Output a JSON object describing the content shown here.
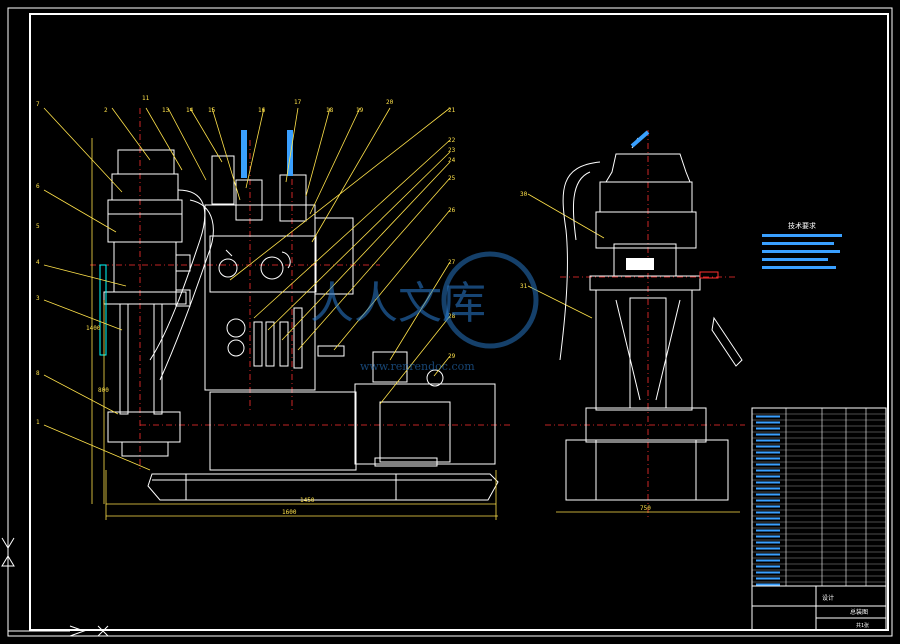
{
  "drawing": {
    "callouts_left": [
      "7",
      "6",
      "5",
      "4",
      "3",
      "8",
      "1",
      "2"
    ],
    "callouts_top": [
      "11",
      "13",
      "14",
      "15",
      "16",
      "17",
      "18",
      "19",
      "20",
      "21",
      "22",
      "23",
      "24",
      "25",
      "26",
      "27"
    ],
    "callouts_right": [
      "28",
      "29",
      "30",
      "31"
    ],
    "dim_bottom_inner": "1450",
    "dim_bottom_outer": "1600",
    "dim_vertical_1": "1400",
    "dim_vertical_2": "800",
    "dim_right_view": "750"
  },
  "tech_requirements": {
    "title": "技术要求"
  },
  "title_block": {
    "drawing_name": "总装图",
    "designer_label": "设计",
    "sheet": "共1张"
  },
  "watermark": {
    "text": "人人文库",
    "url": "www.renrendoc.com"
  },
  "colors": {
    "background": "#000000",
    "frame": "#ffffff",
    "part_outline": "#00ffff",
    "centerline": "#ff3030",
    "dimension": "#ffe24a",
    "accent": "#3aa0ff"
  }
}
